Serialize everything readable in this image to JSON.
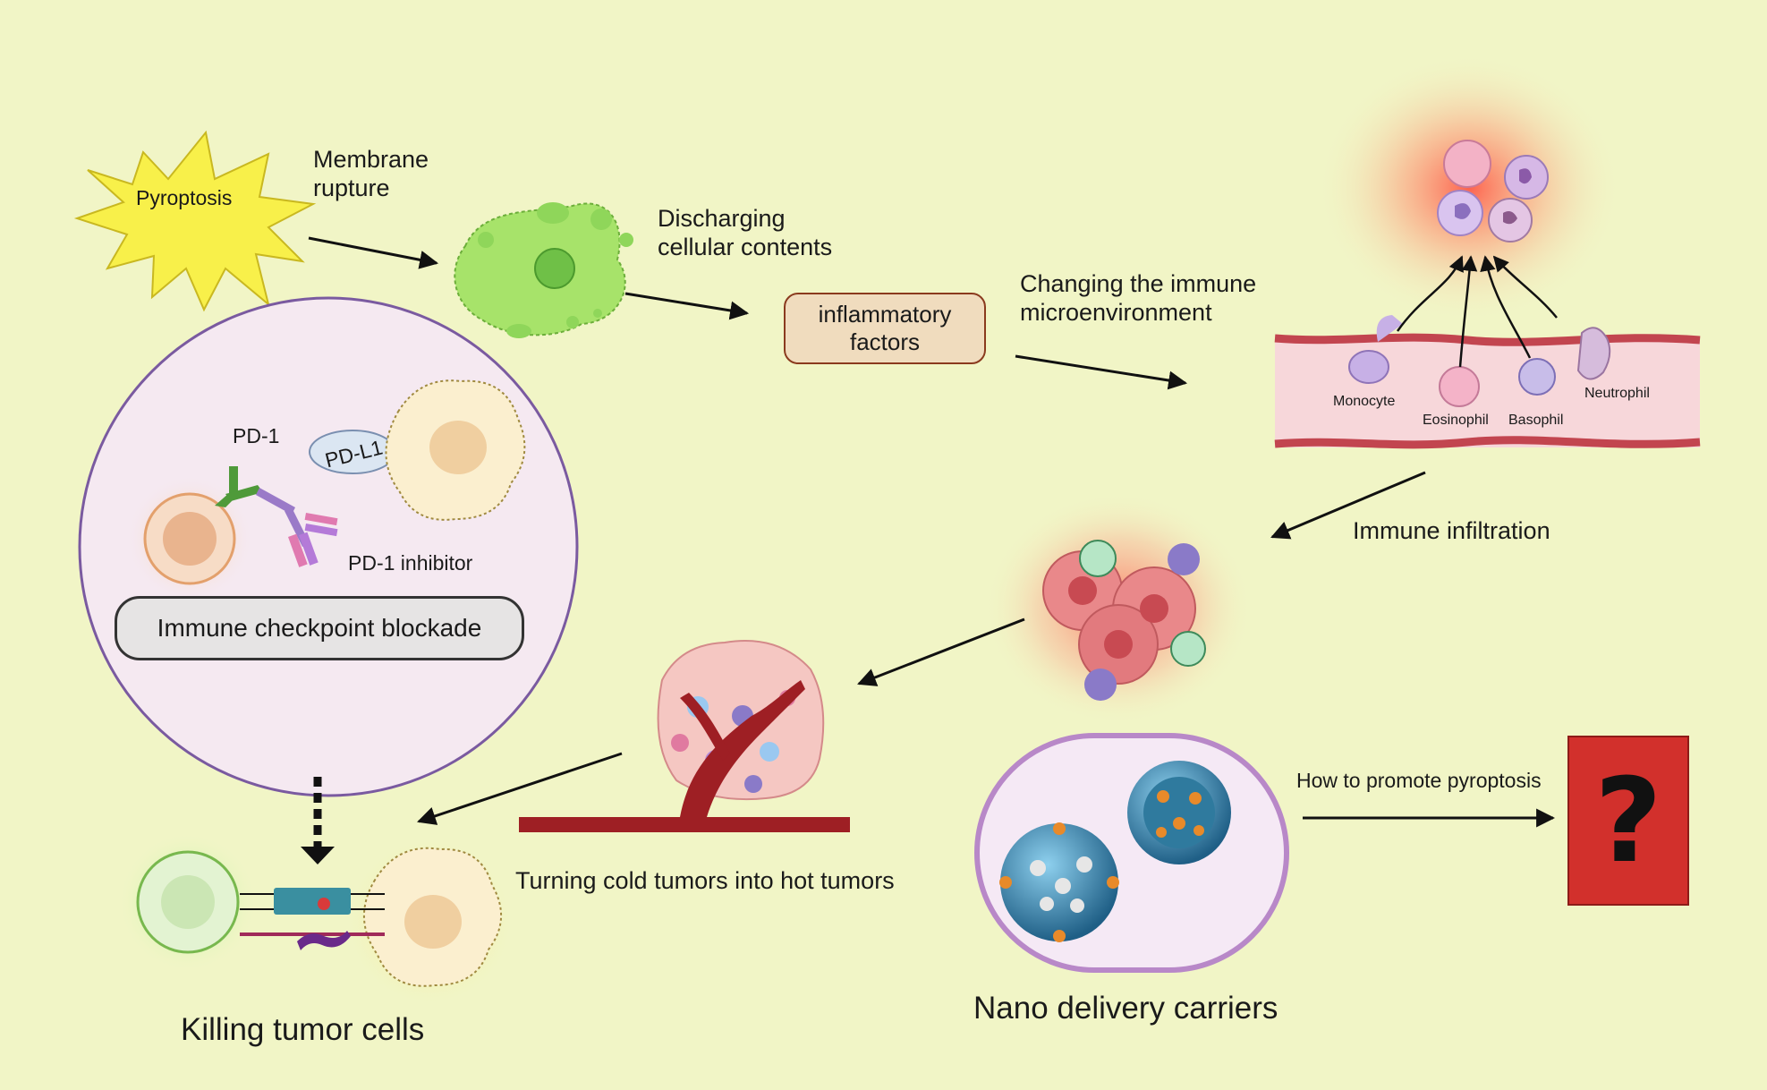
{
  "labels": {
    "pyroptosis": "Pyroptosis",
    "membrane_rupture": "Membrane\nrupture",
    "discharging": "Discharging\ncellular contents",
    "inflammatory": "inflammatory\nfactors",
    "changing": "Changing the immune\nmicroenvironment",
    "monocyte": "Monocyte",
    "eosinophil": "Eosinophil",
    "basophil": "Basophil",
    "neutrophil": "Neutrophil",
    "immune_infiltration": "Immune infiltration",
    "pd1": "PD-1",
    "pdl1": "PD-L1",
    "pd1_inhibitor": "PD-1 inhibitor",
    "icb": "Immune checkpoint blockade",
    "cold_hot": "Turning cold tumors into hot tumors",
    "how_promote": "How to promote pyroptosis",
    "question": "?",
    "killing": "Killing tumor cells",
    "nano": "Nano delivery carriers"
  }
}
